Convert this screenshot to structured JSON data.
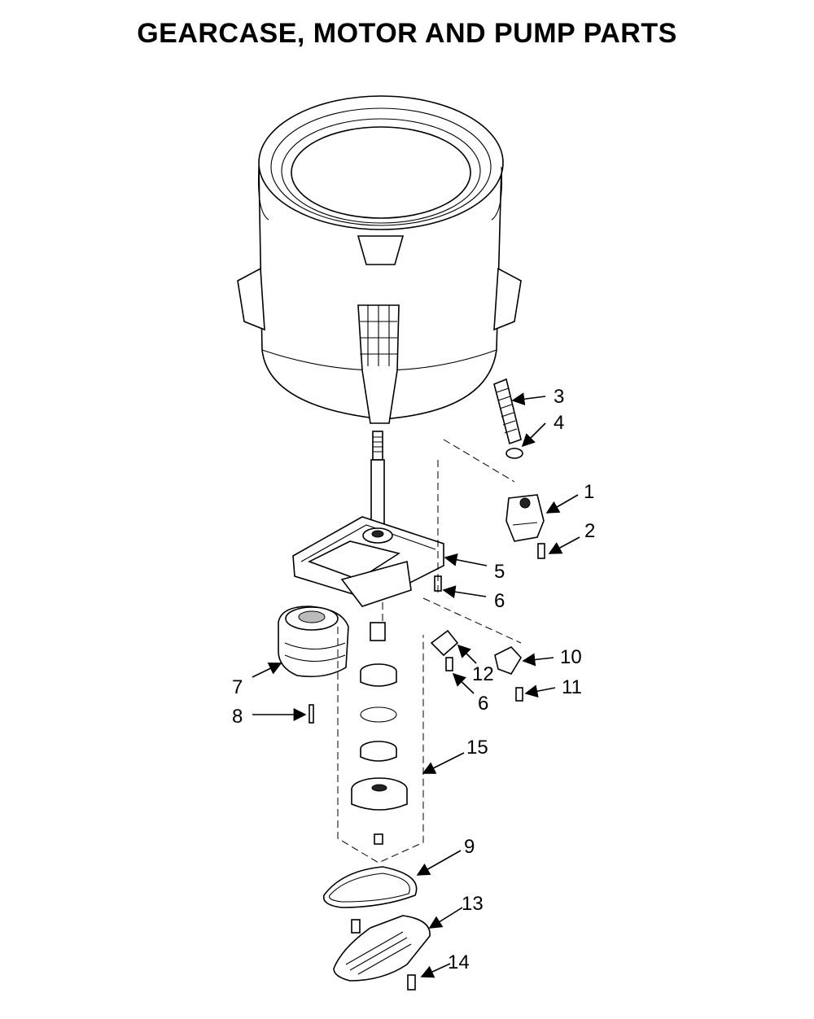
{
  "title": "GEARCASE, MOTOR AND PUMP PARTS",
  "callouts": [
    "1",
    "2",
    "3",
    "4",
    "5",
    "6",
    "6",
    "7",
    "8",
    "9",
    "10",
    "11",
    "12",
    "13",
    "14",
    "15"
  ]
}
